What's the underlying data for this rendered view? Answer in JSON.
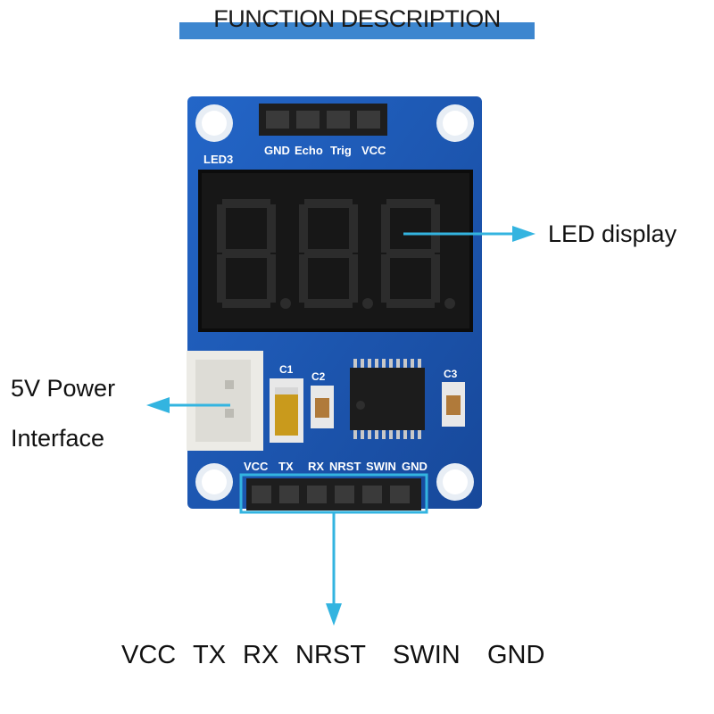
{
  "header": {
    "title": "FUNCTION DESCRIPTION",
    "accent": "#3d86cf"
  },
  "board": {
    "pcb_color": "#1c5bb8",
    "top_header_labels": [
      "GND",
      "Echo",
      "Trig",
      "VCC"
    ],
    "led_label": "LED3",
    "display_digits": "8.8.8.",
    "components": [
      "C1",
      "C2",
      "C3"
    ],
    "bottom_header_labels": [
      "VCC",
      "TX",
      "RX",
      "NRST",
      "SWIN",
      "GND"
    ]
  },
  "callouts": {
    "led_display": "LED display",
    "power_line1": "5V Power",
    "power_line2": "Interface",
    "arrow_color": "#33b4e0"
  },
  "pins": [
    "VCC",
    "TX",
    "RX",
    "NRST",
    "SWIN",
    "GND"
  ]
}
